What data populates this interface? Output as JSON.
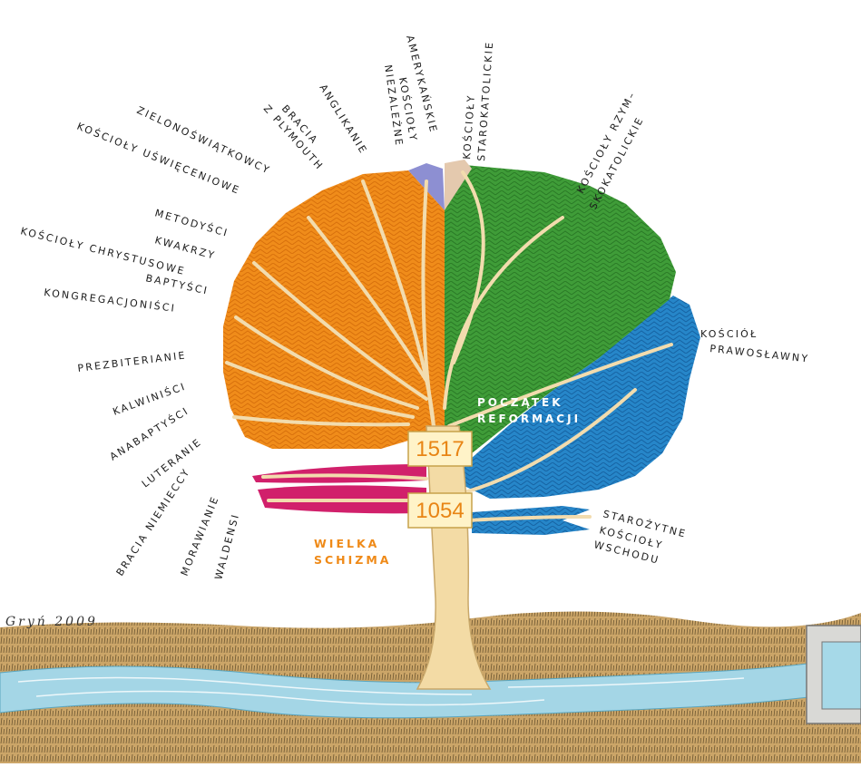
{
  "colors": {
    "protestant": "#f08c1a",
    "catholic": "#3d9a35",
    "orthodox": "#2584c8",
    "red_branch": "#d0206a",
    "oldcatholic": "#e4c9ae",
    "american": "#8d8ed0",
    "trunk": "#f2d9a0",
    "ground": "#caa466",
    "river": "#9fd3e3"
  },
  "labels": {
    "zielonoswiatkowcy": "ZIELONOŚWIĄTKOWCY",
    "swieceniowe": "KOŚCIOŁY UŚWIĘCENIOWE",
    "metodysci": "METODYŚCI",
    "kwakrzy": "KWAKRZY",
    "chrystusowe": "KOŚCIOŁY CHRYSTUSOWE",
    "baptysci": "BAPTYŚCI",
    "kongregacjonisci": "KONGREGACJONIŚCI",
    "prezbiterianie": "PREZBITERIANIE",
    "kalwinisci": "KALWINIŚCI",
    "anabaptysci": "ANABAPTYŚCI",
    "luteranie": "LUTERANIE",
    "bracia_niemieccy": "BRACIA NIEMIECCY",
    "morawianie": "MORAWIANIE",
    "waldensi": "WALDENSI",
    "bracia_line1": "BRACIA",
    "bracia_line2": "Z PLYMOUTH",
    "anglikanie": "ANGLIKANIE",
    "amerykanskie_line1": "AMERYKAŃSKIE",
    "amerykanskie_line2": "KOŚCIOŁY",
    "amerykanskie_line3": "NIEZALEŻNE",
    "starokatolickie_line1": "KOŚCIOŁY",
    "starokatolickie_line2": "STAROKATOLICKIE",
    "rzymskokatolickie_line1": "KOŚCIOŁY RZYM–",
    "rzymskokatolickie_line2": "SKOKATOLICKIE",
    "prawoslawny_line1": "KOŚCIÓŁ",
    "prawoslawny_line2": "PRAWOSŁAWNY",
    "wschodu_line1": "STAROŻYTNE",
    "wschodu_line2": "KOŚCIOŁY",
    "wschodu_line3": "WSCHODU",
    "reformacja_line1": "POCZĄTEK",
    "reformacja_line2": "REFORMACJI",
    "schizma_line1": "WIELKA",
    "schizma_line2": "SCHIZMA",
    "year_reformation": "1517",
    "year_schism": "1054",
    "signature": "Gryń 2009"
  }
}
